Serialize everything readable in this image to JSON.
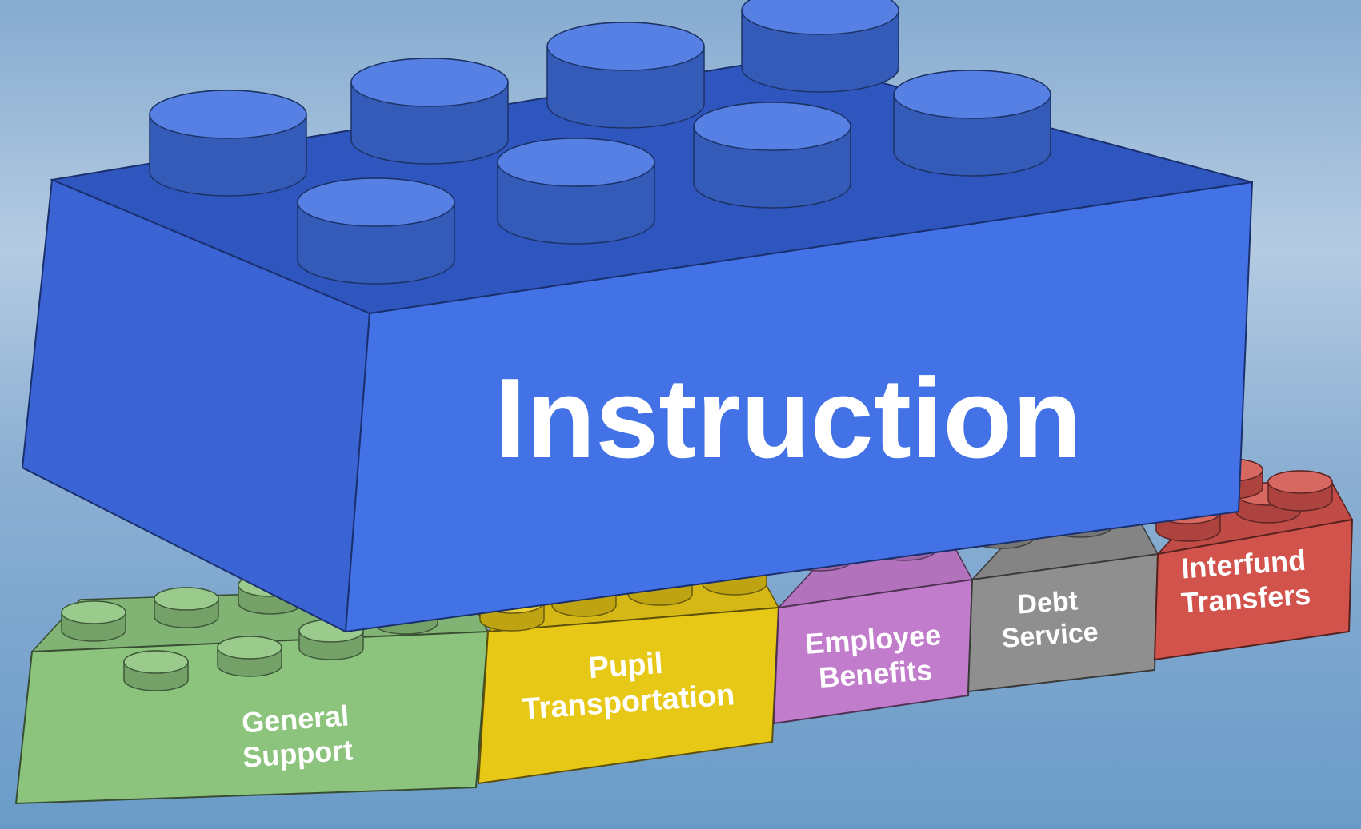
{
  "main_brick": {
    "label": "Instruction",
    "color": "#3f6fe0"
  },
  "small_bricks": [
    {
      "id": "general-support",
      "lines": [
        "General",
        "Support"
      ],
      "color": "#8cc47e"
    },
    {
      "id": "pupil-transportation",
      "lines": [
        "Pupil",
        "Transportation"
      ],
      "color": "#e8c817"
    },
    {
      "id": "employee-benefits",
      "lines": [
        "Employee",
        "Benefits"
      ],
      "color": "#c27ccc"
    },
    {
      "id": "debt-service",
      "lines": [
        "Debt",
        "Service"
      ],
      "color": "#8f8f8f"
    },
    {
      "id": "interfund-transfers",
      "lines": [
        "Interfund",
        "Transfers"
      ],
      "color": "#d2524c"
    }
  ]
}
